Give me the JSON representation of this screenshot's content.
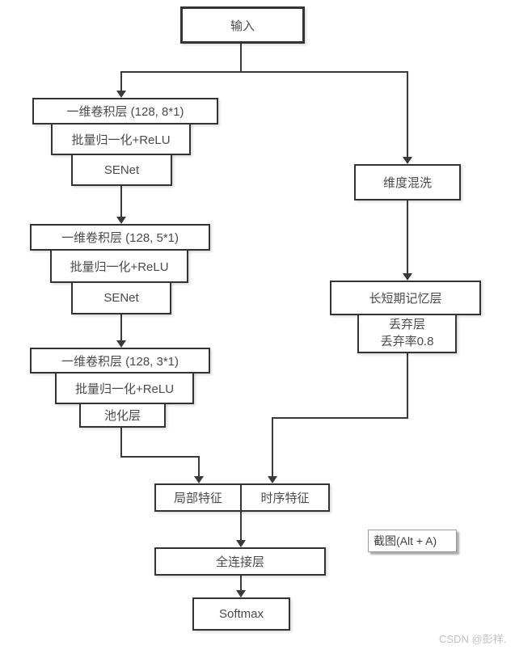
{
  "colors": {
    "line": "#3a3a3a",
    "box_border": "#333333",
    "text": "#4a4a4a",
    "watermark_text": "#c2c2c2"
  },
  "nodes": {
    "input": {
      "label": "输入"
    },
    "conv1": {
      "label": "一维卷积层 (128, 8*1)"
    },
    "bn1": {
      "label": "批量归一化+ReLU"
    },
    "senet1": {
      "label": "SENet"
    },
    "conv2": {
      "label": "一维卷积层 (128, 5*1)"
    },
    "bn2": {
      "label": "批量归一化+ReLU"
    },
    "senet2": {
      "label": "SENet"
    },
    "conv3": {
      "label": "一维卷积层 (128, 3*1)"
    },
    "bn3": {
      "label": "批量归一化+ReLU"
    },
    "pool": {
      "label": "池化层"
    },
    "shuffle": {
      "label": "维度混洗"
    },
    "lstm": {
      "label": "长短期记忆层"
    },
    "dropout": {
      "line1": "丢弃层",
      "line2": "丢弃率0.8"
    },
    "local_features": {
      "label": "局部特征"
    },
    "temporal_features": {
      "label": "时序特征"
    },
    "fc": {
      "label": "全连接层"
    },
    "softmax": {
      "label": "Softmax"
    }
  },
  "tooltip": {
    "label": "截图(Alt + A)"
  },
  "watermark": {
    "label": "CSDN @彭祥."
  }
}
